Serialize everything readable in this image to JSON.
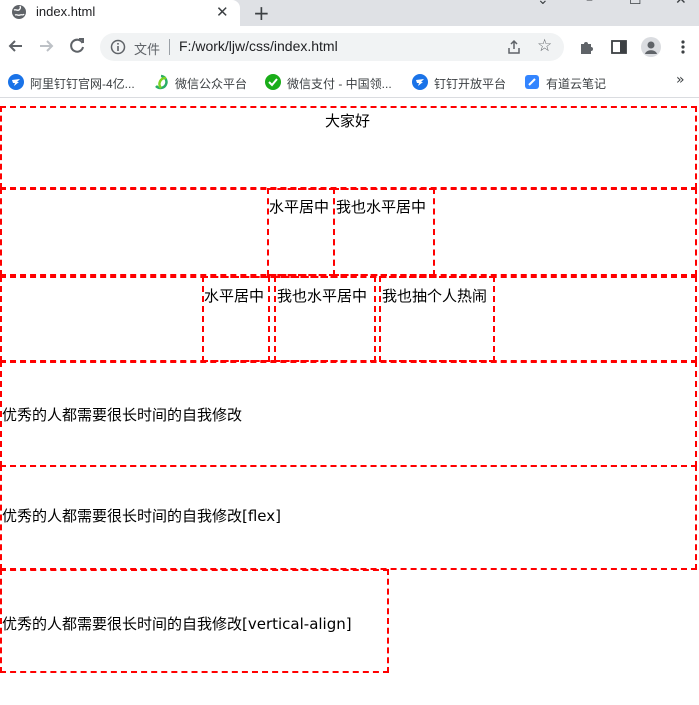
{
  "browser": {
    "tab": {
      "title": "index.html",
      "close_glyph": "✕"
    },
    "new_tab_glyph": "+",
    "window_controls": [
      "⌄",
      "–",
      "☐",
      "✕"
    ],
    "address": {
      "scheme_label": "文件",
      "url": "F:/work/ljw/css/index.html"
    },
    "bookmarks": [
      {
        "label": "阿里钉钉官网-4亿...",
        "icon": "dingtalk-icon",
        "color": "#1a73e8"
      },
      {
        "label": "微信公众平台",
        "icon": "wechat-mp-icon",
        "color": "#2aae67"
      },
      {
        "label": "微信支付 - 中国领...",
        "icon": "wechat-pay-icon",
        "color": "#1aad19"
      },
      {
        "label": "钉钉开放平台",
        "icon": "dingtalk-open-icon",
        "color": "#1a73e8"
      },
      {
        "label": "有道云笔记",
        "icon": "youdao-note-icon",
        "color": "#3385ff"
      }
    ],
    "bookmarks_overflow": "»"
  },
  "content": {
    "box1": {
      "text": "大家好"
    },
    "row2": {
      "item1": "水平居中",
      "item2": "我也水平居中"
    },
    "row3": {
      "item1": "水平居中",
      "item2": "我也水平居中",
      "item3": "我也抽个人热闹"
    },
    "box4": {
      "text": "优秀的人都需要很长时间的自我修改"
    },
    "box5": {
      "text": "优秀的人都需要很长时间的自我修改[flex]"
    },
    "box6": {
      "text": "优秀的人都需要很长时间的自我修改[vertical-align]"
    }
  },
  "colors": {
    "border": "#ff0000",
    "tabstrip": "#dfe1e5",
    "omnibox": "#f1f3f4"
  }
}
